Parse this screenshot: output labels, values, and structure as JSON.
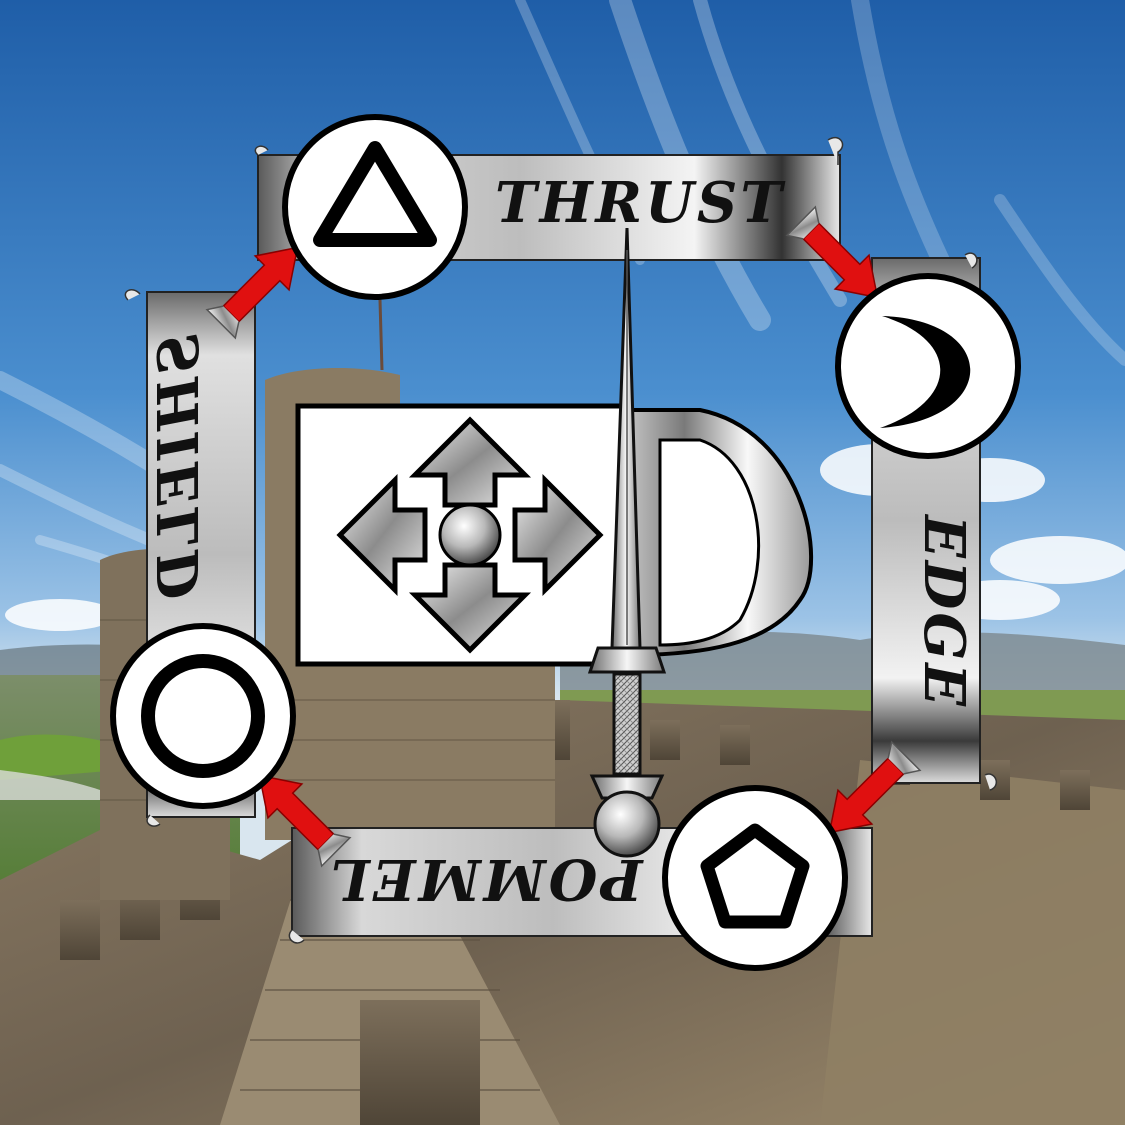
{
  "diagram": {
    "labels": {
      "thrust": "THRUST",
      "edge": "EDGE",
      "pommel": "POMMEL",
      "shield": "SHIELD"
    },
    "symbols": {
      "thrust": "triangle-icon",
      "edge": "crescent-icon",
      "pommel": "pentagon-icon",
      "shield": "circle-icon"
    },
    "center": {
      "shield_symbol": "move-arrows-icon",
      "weapon": "sword-icon",
      "axe": "axe-blade-icon"
    },
    "cycle_order": [
      "shield",
      "thrust",
      "edge",
      "pommel"
    ]
  },
  "colors": {
    "arrow": "#e01010",
    "outline": "#000000",
    "node_fill": "#ffffff",
    "banner": "#c8c8c8"
  }
}
